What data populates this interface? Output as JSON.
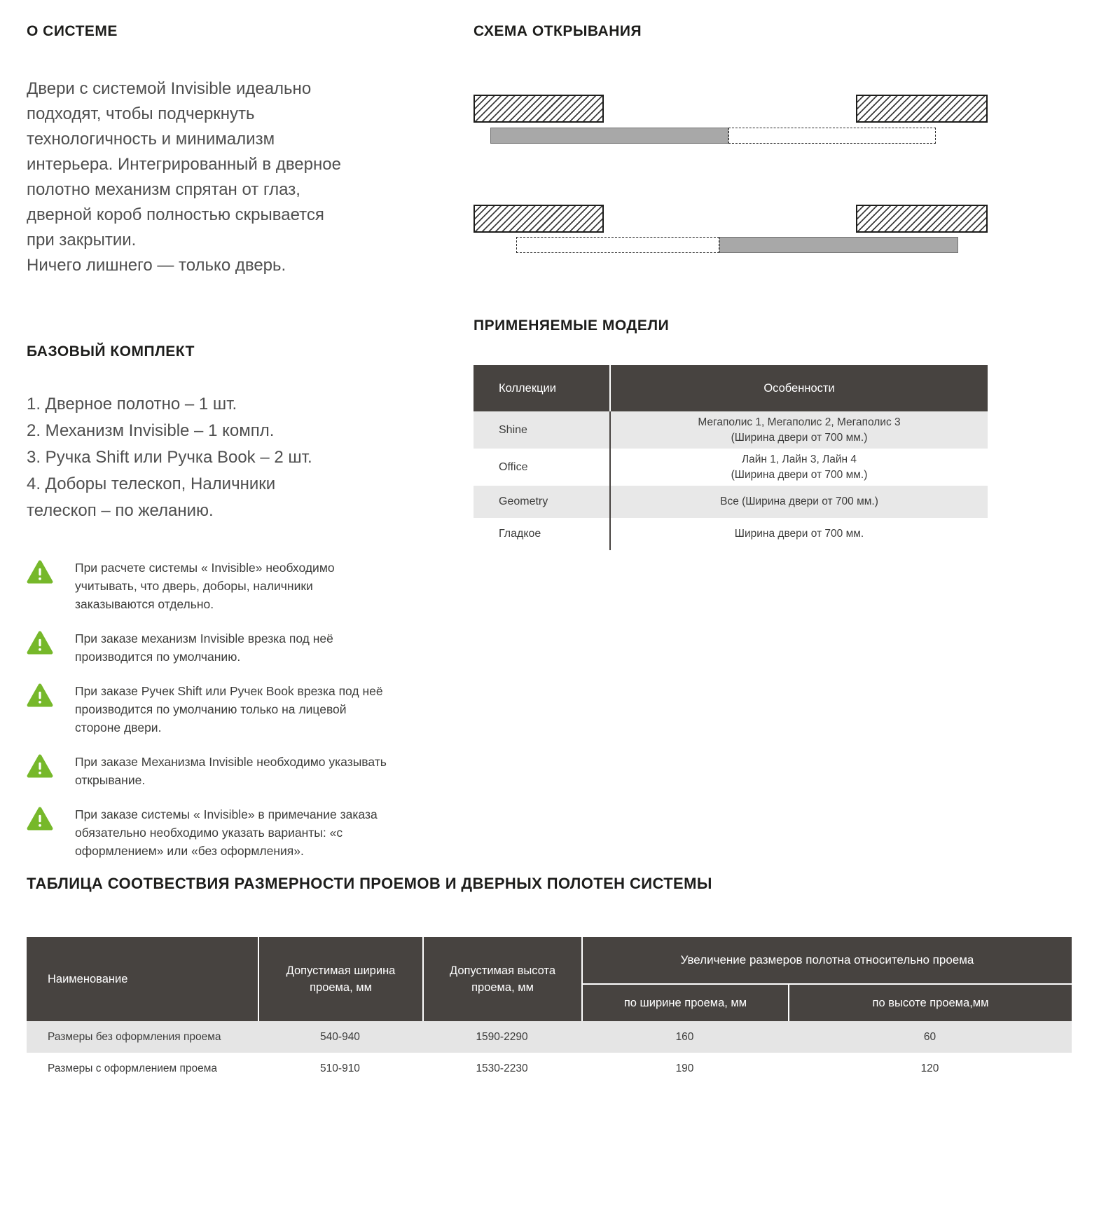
{
  "about": {
    "title": "О СИСТЕМЕ",
    "text": "Двери с системой Invisible идеально подходят, чтобы подчеркнуть технологичность и минимализм интерьера. Интегрированный в дверное полотно механизм спрятан от глаз, дверной короб полностью скрывается при закрытии.\nНичего лишнего — только дверь."
  },
  "scheme": {
    "title": "СХЕМА ОТКРЫВАНИЯ"
  },
  "kit": {
    "title": "БАЗОВЫЙ КОМПЛЕКТ",
    "items": [
      "1. Дверное полотно – 1 шт.",
      "2. Механизм Invisible – 1 компл.",
      "3. Ручка Shift или Ручка Book – 2 шт.",
      "4. Доборы телескоп, Наличники телескоп – по желанию."
    ]
  },
  "warnings": {
    "items": [
      "При расчете системы « Invisible» необходимо учитывать, что дверь, доборы, наличники заказываются отдельно.",
      "При заказе механизм Invisible врезка под неё производится по умолчанию.",
      "При заказе Ручек Shift или Ручек Book врезка под неё производится по умолчанию только на лицевой стороне двери.",
      "При заказе Механизма Invisible необходимо указывать открывание.",
      "При заказе системы « Invisible» в примечание заказа обязательно необходимо указать варианты: «с оформлением» или «без оформления»."
    ]
  },
  "models": {
    "title": "ПРИМЕНЯЕМЫЕ МОДЕЛИ",
    "headers": {
      "collection": "Коллекции",
      "features": "Особенности"
    },
    "rows": [
      {
        "collection": "Shine",
        "features": "Мегаполис 1, Мегаполис 2, Мегаполис 3\n(Ширина двери от 700 мм.)"
      },
      {
        "collection": "Office",
        "features": "Лайн 1, Лайн 3, Лайн 4\n(Ширина двери от 700 мм.)"
      },
      {
        "collection": "Geometry",
        "features": "Все (Ширина двери от 700 мм.)"
      },
      {
        "collection": "Гладкое",
        "features": "Ширина двери от 700 мм."
      }
    ]
  },
  "size_table": {
    "title": "ТАБЛИЦА СООТВЕСТВИЯ РАЗМЕРНОСТИ ПРОЕМОВ И ДВЕРНЫХ ПОЛОТЕН СИСТЕМЫ",
    "headers": {
      "name": "Наименование",
      "width": "Допустимая ширина\nпроема, мм",
      "height": "Допустимая высота\nпроема, мм",
      "increase_group": "Увеличение размеров полотна относительно проема",
      "increase_width": "по ширине проема, мм",
      "increase_height": "по высоте проема,мм"
    },
    "rows": [
      {
        "name": "Размеры без оформления проема",
        "width": "540-940",
        "height": "1590-2290",
        "inc_width": "160",
        "inc_height": "60"
      },
      {
        "name": "Размеры с оформлением проема",
        "width": "510-910",
        "height": "1530-2230",
        "inc_width": "190",
        "inc_height": "120"
      }
    ]
  },
  "icons": {
    "warning": "warning-triangle-icon"
  },
  "colors": {
    "accent_green": "#76b82a",
    "table_header_bg": "#474340",
    "row_alt_bg": "#e8e8e8",
    "door_fill": "#a8a8a8",
    "heading_text": "#1d1d1b",
    "body_text": "#4f4f4f"
  }
}
